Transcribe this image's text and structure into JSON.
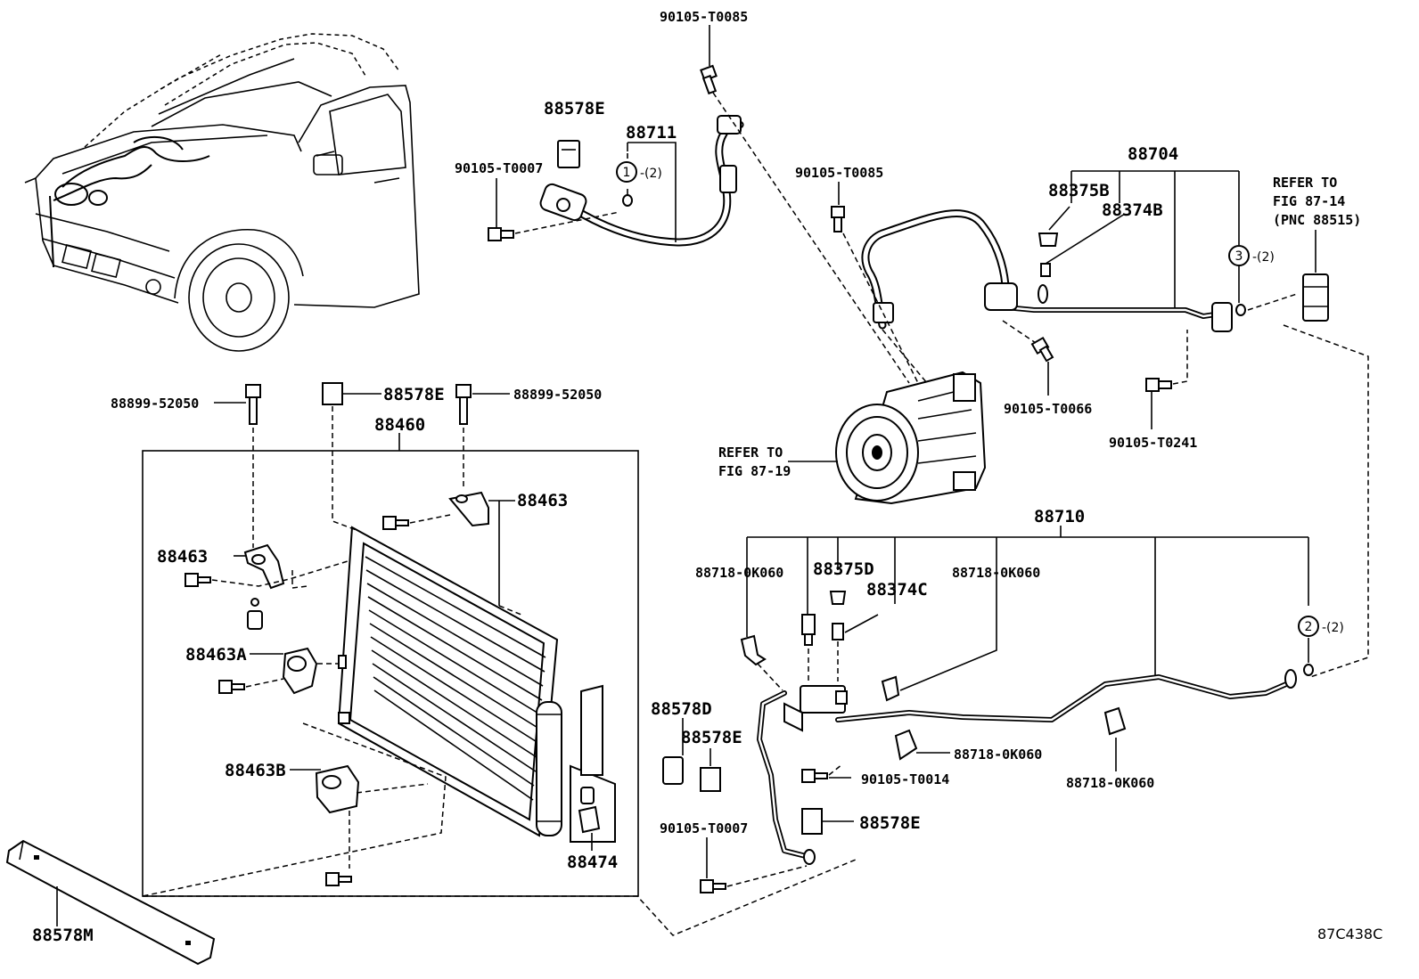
{
  "diagram_id": "87C438C",
  "labels": {
    "p90105_T0085_top": "90105-T0085",
    "p88578E_top": "88578E",
    "p88711": "88711",
    "p90105_T0007_top": "90105-T0007",
    "p90105_T0085_mid": "90105-T0085",
    "p88704": "88704",
    "p88375B": "88375B",
    "p88374B": "88374B",
    "refer_fig_87_14_line1": "REFER TO",
    "refer_fig_87_14_line2": "FIG 87-14",
    "refer_fig_87_14_line3": "(PNC 88515)",
    "p90105_T0066": "90105-T0066",
    "p90105_T0241": "90105-T0241",
    "refer_fig_87_19_line1": "REFER TO",
    "refer_fig_87_19_line2": "FIG 87-19",
    "p88899_52050_left": "88899-52050",
    "p88578E_mid": "88578E",
    "p88899_52050_right": "88899-52050",
    "p88460": "88460",
    "p88463_right": "88463",
    "p88463_left": "88463",
    "p88463A": "88463A",
    "p88463B": "88463B",
    "p88474": "88474",
    "p88578M": "88578M",
    "p88710": "88710",
    "p88718_0K060_a": "88718-0K060",
    "p88375D": "88375D",
    "p88374C": "88374C",
    "p88718_0K060_b": "88718-0K060",
    "p88578D": "88578D",
    "p88578E_low": "88578E",
    "p88718_0K060_c": "88718-0K060",
    "p88718_0K060_d": "88718-0K060",
    "p90105_T0014": "90105-T0014",
    "p88578E_bottom": "88578E",
    "p90105_T0007_bottom": "90105-T0007"
  },
  "callouts": [
    {
      "number": "1",
      "qty": "-(2)"
    },
    {
      "number": "3",
      "qty": "-(2)"
    },
    {
      "number": "2",
      "qty": "-(2)"
    }
  ]
}
